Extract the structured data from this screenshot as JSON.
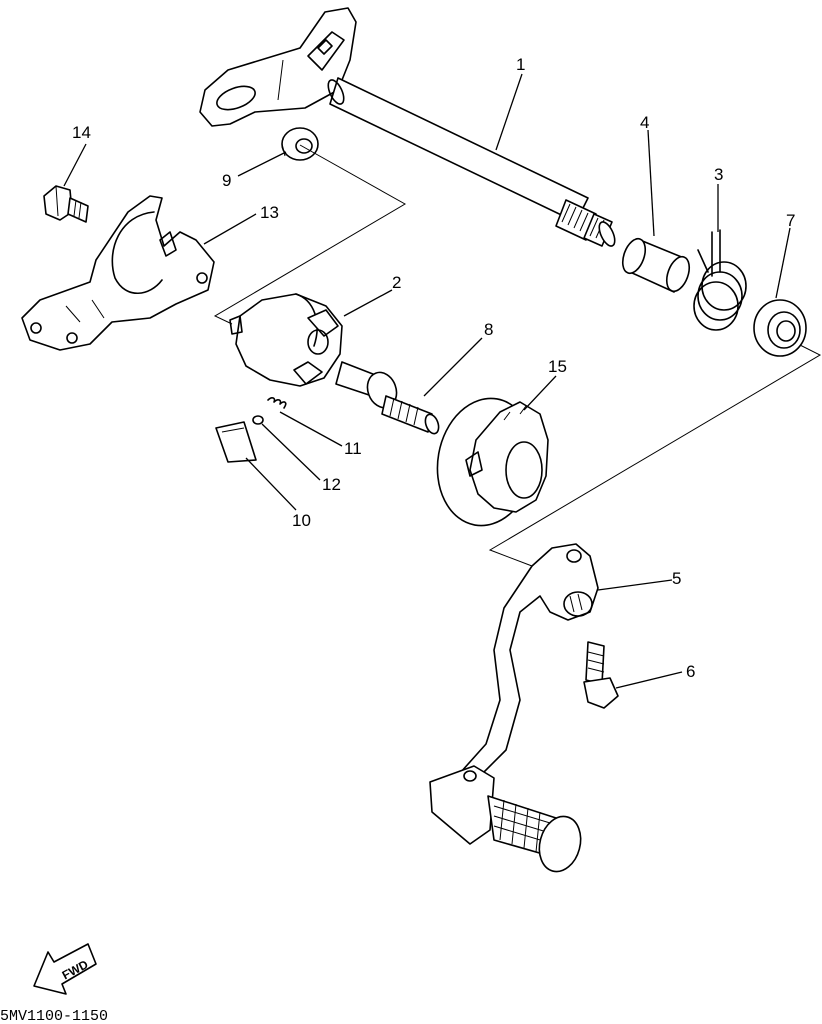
{
  "diagram": {
    "drawing_code": "5MV1100-1150",
    "direction_label": "FWD",
    "callouts": [
      {
        "id": "1",
        "label": "1"
      },
      {
        "id": "2",
        "label": "2"
      },
      {
        "id": "3",
        "label": "3"
      },
      {
        "id": "4",
        "label": "4"
      },
      {
        "id": "5",
        "label": "5"
      },
      {
        "id": "6",
        "label": "6"
      },
      {
        "id": "7",
        "label": "7"
      },
      {
        "id": "8",
        "label": "8"
      },
      {
        "id": "9",
        "label": "9"
      },
      {
        "id": "10",
        "label": "10"
      },
      {
        "id": "11",
        "label": "11"
      },
      {
        "id": "12",
        "label": "12"
      },
      {
        "id": "13",
        "label": "13"
      },
      {
        "id": "14",
        "label": "14"
      },
      {
        "id": "15",
        "label": "15"
      }
    ]
  }
}
